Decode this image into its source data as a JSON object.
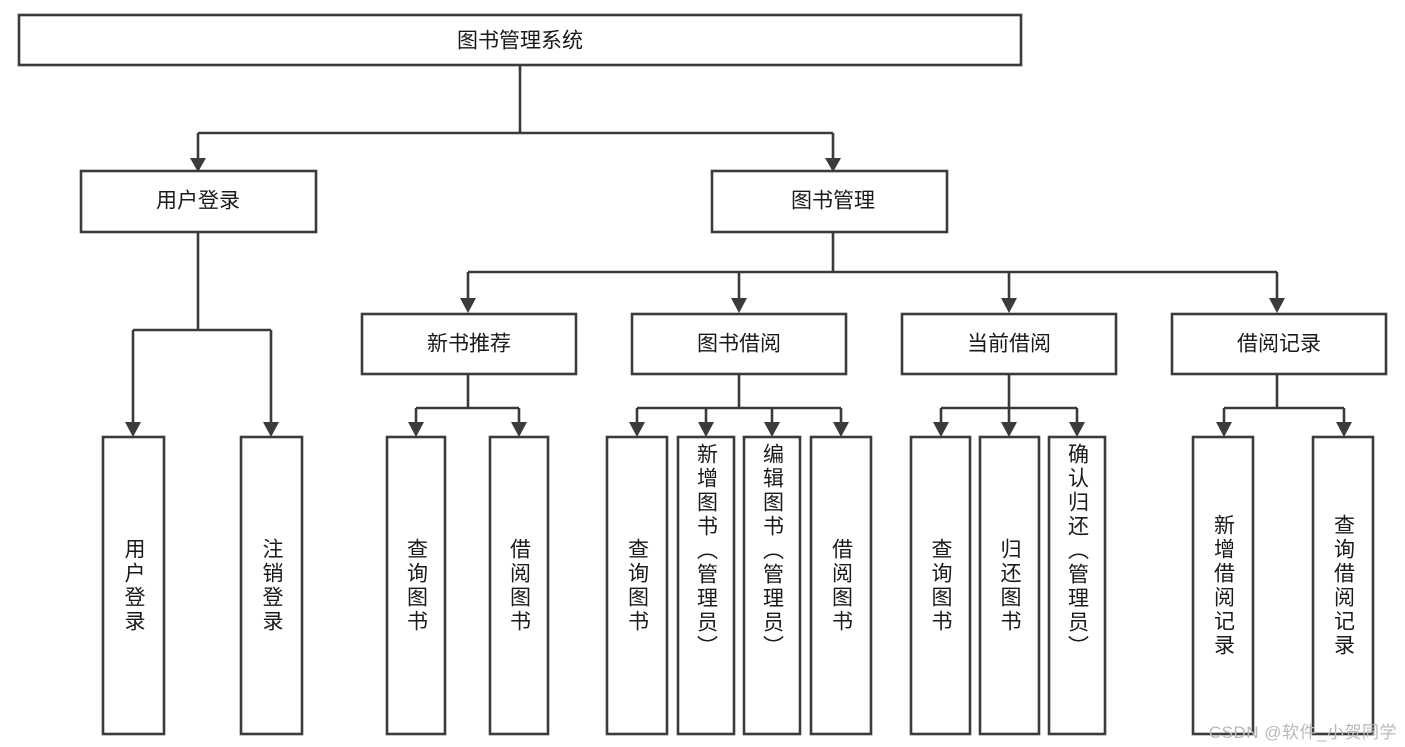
{
  "diagram": {
    "type": "tree-hierarchy",
    "title": "图书管理系统",
    "root": {
      "label": "图书管理系统"
    },
    "level2": [
      {
        "label": "用户登录"
      },
      {
        "label": "图书管理"
      }
    ],
    "level3": [
      {
        "label": "新书推荐"
      },
      {
        "label": "图书借阅"
      },
      {
        "label": "当前借阅"
      },
      {
        "label": "借阅记录"
      }
    ],
    "leaves": {
      "user_login": [
        {
          "label": "用户登录"
        },
        {
          "label": "注销登录"
        }
      ],
      "new_book_recommend": [
        {
          "label": "查询图书"
        },
        {
          "label": "借阅图书"
        }
      ],
      "book_borrow": [
        {
          "label": "查询图书"
        },
        {
          "label": "新增图书（管理员）"
        },
        {
          "label": "编辑图书（管理员）"
        },
        {
          "label": "借阅图书"
        }
      ],
      "current_borrow": [
        {
          "label": "查询图书"
        },
        {
          "label": "归还图书"
        },
        {
          "label": "确认归还（管理员）"
        }
      ],
      "borrow_record": [
        {
          "label": "新增借阅记录"
        },
        {
          "label": "查询借阅记录"
        }
      ]
    }
  },
  "watermark": {
    "text": "CSDN @软件_小贺同学"
  },
  "colors": {
    "stroke": "#3b3b3b",
    "fill": "#ffffff",
    "text": "#1a1a1a",
    "watermark": "#b9b9b9"
  }
}
